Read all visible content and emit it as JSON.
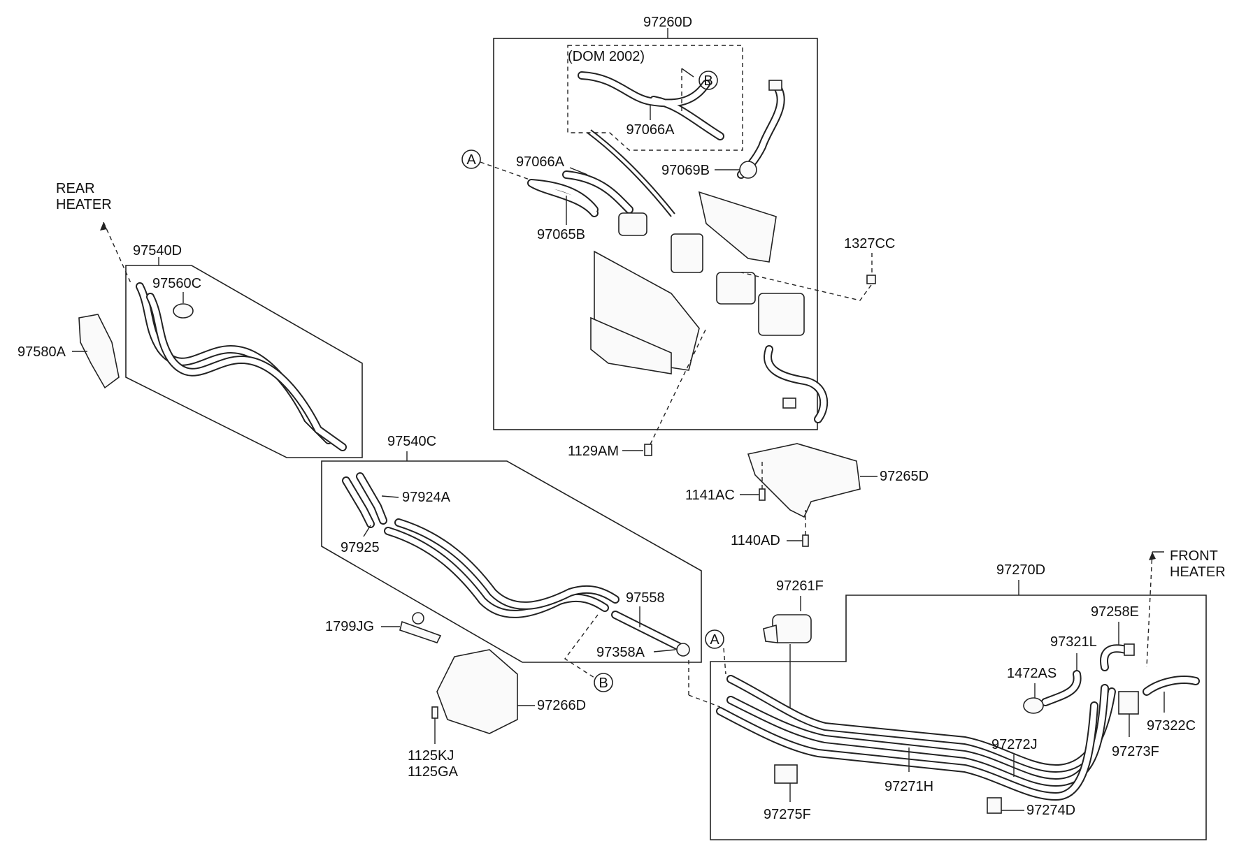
{
  "labels": {
    "l97260D": "97260D",
    "dom2002": "(DOM 2002)",
    "l97066A_1": "97066A",
    "l97066A_2": "97066A",
    "l97069B": "97069B",
    "l97065B": "97065B",
    "l1327CC": "1327CC",
    "l1129AM": "1129AM",
    "l97265D": "97265D",
    "l1141AC": "1141AC",
    "l1140AD": "1140AD",
    "rear1": "REAR",
    "rear2": "HEATER",
    "l97540D": "97540D",
    "l97560C": "97560C",
    "l97580A": "97580A",
    "l97540C": "97540C",
    "l97924A": "97924A",
    "l97925": "97925",
    "l97558": "97558",
    "l97358A": "97358A",
    "l1799JG": "1799JG",
    "l97266D": "97266D",
    "l1125KJ": "1125KJ",
    "l1125GA": "1125GA",
    "l97270D": "97270D",
    "front1": "FRONT",
    "front2": "HEATER",
    "l97261F": "97261F",
    "l97258E": "97258E",
    "l97321L": "97321L",
    "l1472AS": "1472AS",
    "l97322C": "97322C",
    "l97272J": "97272J",
    "l97273F": "97273F",
    "l97271H": "97271H",
    "l97275F": "97275F",
    "l97274D": "97274D"
  },
  "markers": {
    "a1": "A",
    "a2": "A",
    "b1": "B",
    "b2": "B"
  }
}
